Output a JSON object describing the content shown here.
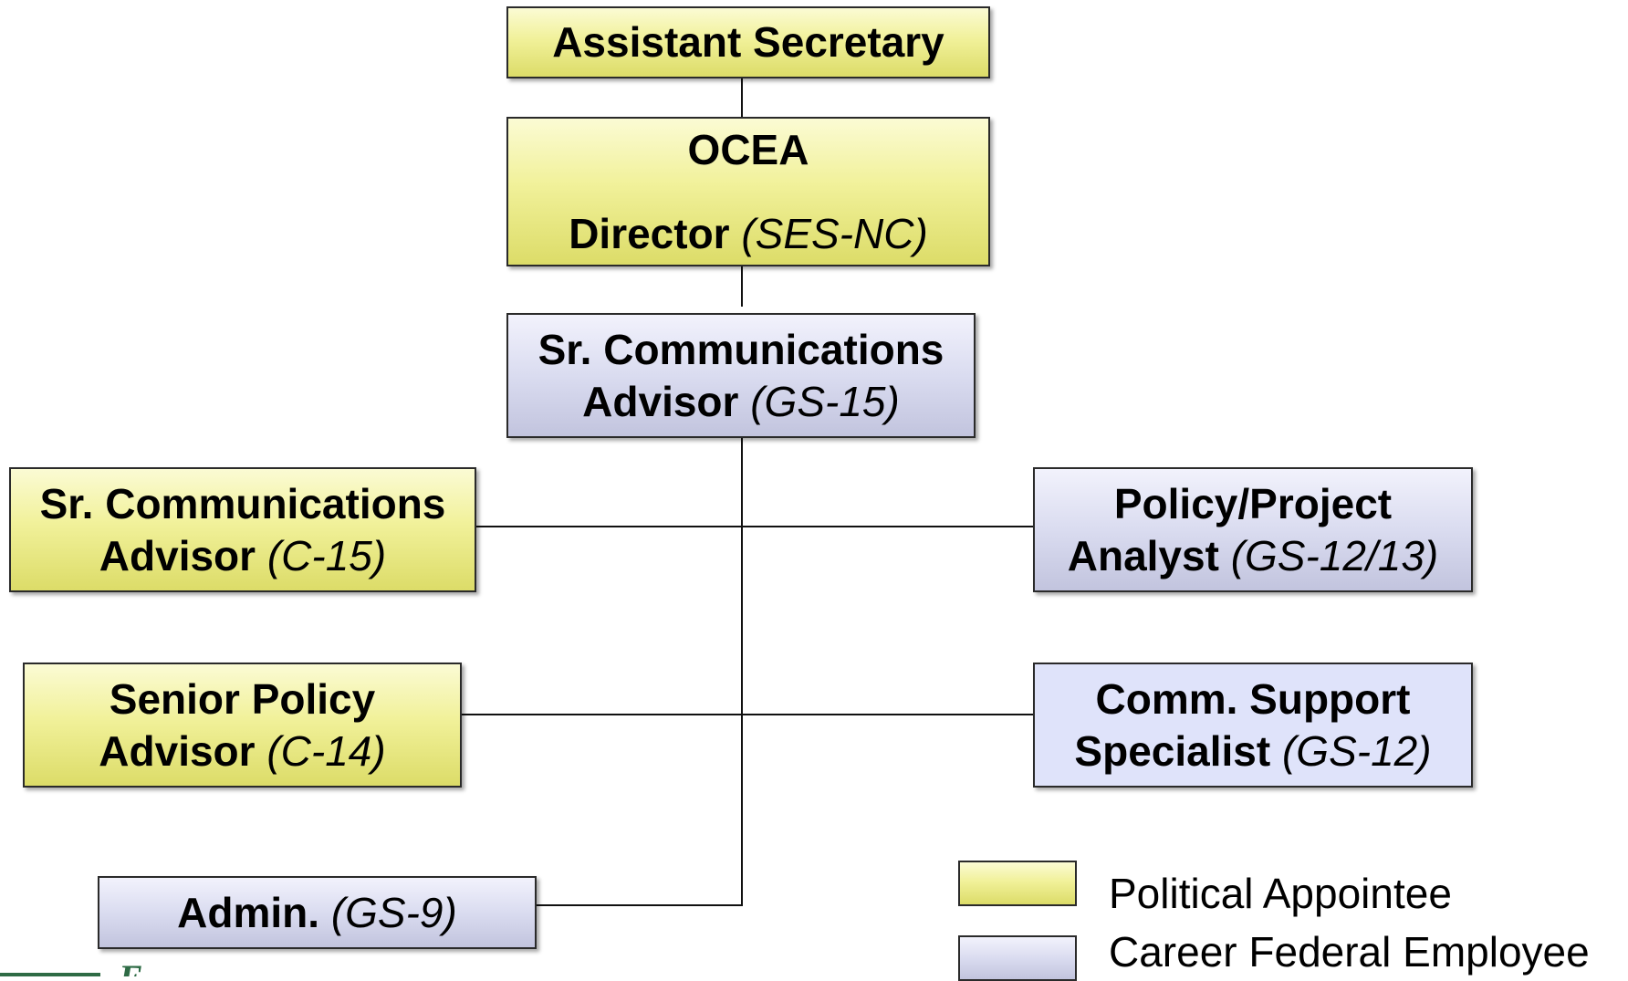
{
  "colors": {
    "political": "#f1f19a",
    "career": "#dadcf0",
    "border": "#2a2a2a",
    "line": "#111111"
  },
  "nodes": {
    "assistant_secretary": {
      "title": "Assistant Secretary"
    },
    "ocea_director": {
      "org": "OCEA",
      "title": "Director",
      "grade": "(SES-NC)"
    },
    "sr_comm_advisor_gs15": {
      "title_line1": "Sr. Communications",
      "title_line2": "Advisor",
      "grade": "(GS-15)"
    },
    "sr_comm_advisor_c15": {
      "title_line1": "Sr. Communications",
      "title_line2": "Advisor",
      "grade": "(C-15)"
    },
    "policy_project_analyst": {
      "title_line1": "Policy/Project",
      "title_line2": "Analyst",
      "grade": "(GS-12/13)"
    },
    "senior_policy_advisor": {
      "title_line1": "Senior Policy",
      "title_line2": "Advisor",
      "grade": "(C-14)"
    },
    "comm_support_specialist": {
      "title_line1": "Comm. Support",
      "title_line2": "Specialist",
      "grade": "(GS-12)"
    },
    "admin": {
      "title": "Admin.",
      "grade": "(GS-9)"
    }
  },
  "legend": {
    "political_label": "Political Appointee",
    "career_label": "Career Federal Employee"
  },
  "logo": {
    "visible_fragment": "E"
  }
}
